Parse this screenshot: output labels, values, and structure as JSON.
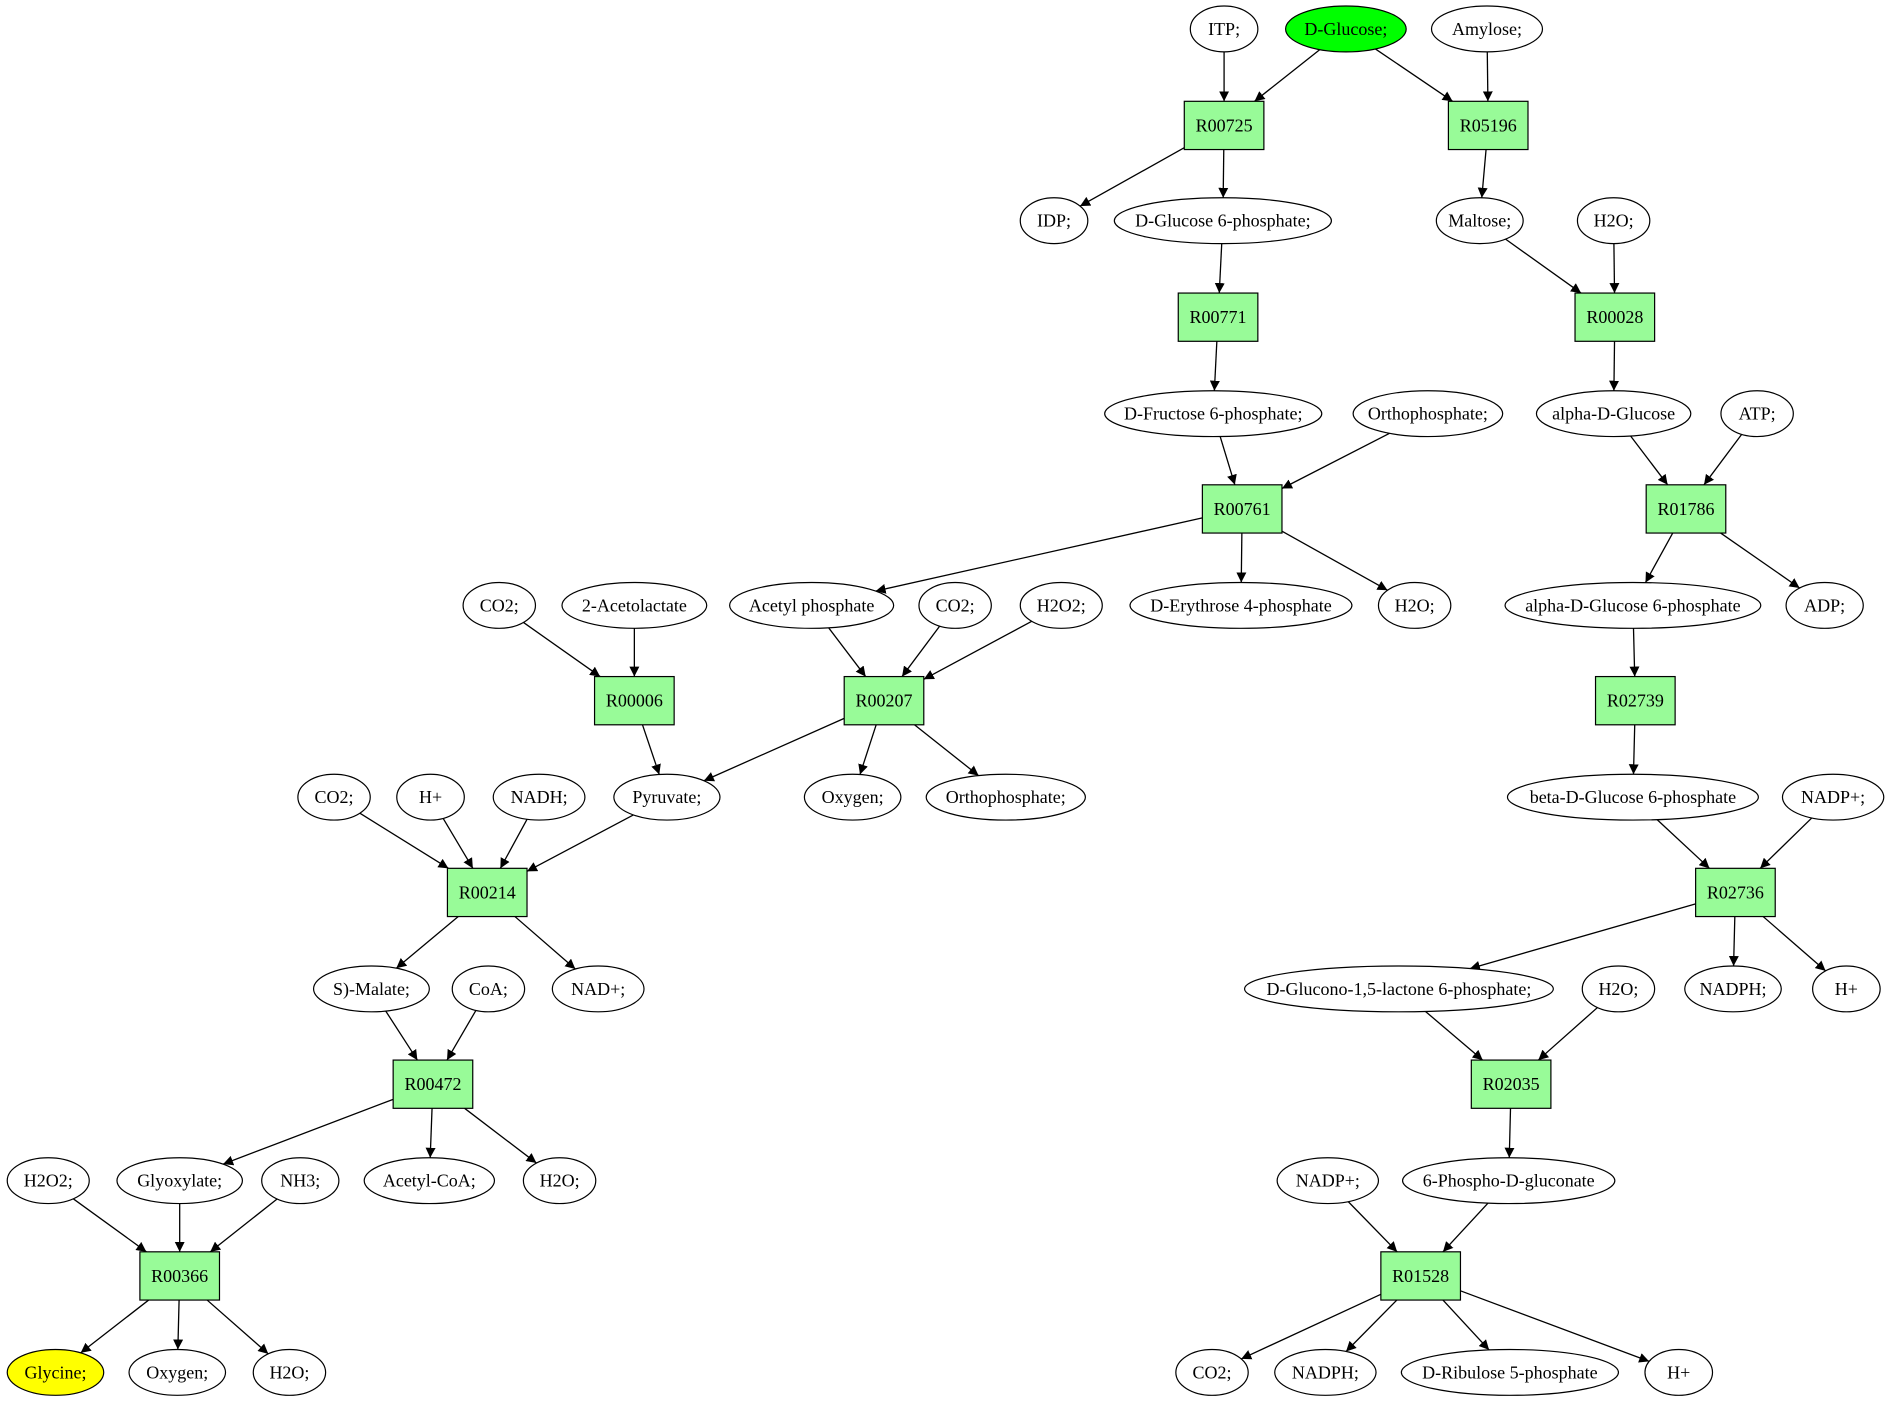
{
  "colors": {
    "reaction_fill": "#98fb98",
    "compound_fill": "#ffffff",
    "start_fill": "#00ff00",
    "target_fill": "#ffff00",
    "stroke": "#000000"
  },
  "reactions": [
    {
      "id": "r_R00725",
      "label": "R00725"
    },
    {
      "id": "r_R05196",
      "label": "R05196"
    },
    {
      "id": "r_R00771",
      "label": "R00771"
    },
    {
      "id": "r_R00028",
      "label": "R00028"
    },
    {
      "id": "r_R00761",
      "label": "R00761"
    },
    {
      "id": "r_R01786",
      "label": "R01786"
    },
    {
      "id": "r_R00006",
      "label": "R00006"
    },
    {
      "id": "r_R00207",
      "label": "R00207"
    },
    {
      "id": "r_R02739",
      "label": "R02739"
    },
    {
      "id": "r_R00214",
      "label": "R00214"
    },
    {
      "id": "r_R02736",
      "label": "R02736"
    },
    {
      "id": "r_R00472",
      "label": "R00472"
    },
    {
      "id": "r_R02035",
      "label": "R02035"
    },
    {
      "id": "r_R00366",
      "label": "R00366"
    },
    {
      "id": "r_R01528",
      "label": "R01528"
    }
  ],
  "compounds": [
    {
      "id": "c_itp",
      "label": "ITP;",
      "role": "normal"
    },
    {
      "id": "c_dglucose",
      "label": "D-Glucose;",
      "role": "start"
    },
    {
      "id": "c_amylose",
      "label": "Amylose;",
      "role": "normal"
    },
    {
      "id": "c_idp",
      "label": "IDP;",
      "role": "normal"
    },
    {
      "id": "c_g6p",
      "label": "D-Glucose 6-phosphate;",
      "role": "normal"
    },
    {
      "id": "c_maltose",
      "label": "Maltose;",
      "role": "normal"
    },
    {
      "id": "c_h2o_1",
      "label": "H2O;",
      "role": "normal"
    },
    {
      "id": "c_f6p",
      "label": "D-Fructose 6-phosphate;",
      "role": "normal"
    },
    {
      "id": "c_orthophos_1",
      "label": "Orthophosphate;",
      "role": "normal"
    },
    {
      "id": "c_adglucose",
      "label": "alpha-D-Glucose",
      "role": "normal"
    },
    {
      "id": "c_atp",
      "label": "ATP;",
      "role": "normal"
    },
    {
      "id": "c_co2_1",
      "label": "CO2;",
      "role": "normal"
    },
    {
      "id": "c_acetolactate",
      "label": "2-Acetolactate",
      "role": "normal"
    },
    {
      "id": "c_acetylphos",
      "label": "Acetyl phosphate",
      "role": "normal"
    },
    {
      "id": "c_co2_2",
      "label": "CO2;",
      "role": "normal"
    },
    {
      "id": "c_h2o2_1",
      "label": "H2O2;",
      "role": "normal"
    },
    {
      "id": "c_e4p",
      "label": "D-Erythrose 4-phosphate",
      "role": "normal"
    },
    {
      "id": "c_h2o_2",
      "label": "H2O;",
      "role": "normal"
    },
    {
      "id": "c_adg6p",
      "label": "alpha-D-Glucose 6-phosphate",
      "role": "normal"
    },
    {
      "id": "c_adp",
      "label": "ADP;",
      "role": "normal"
    },
    {
      "id": "c_co2_3",
      "label": "CO2;",
      "role": "normal"
    },
    {
      "id": "c_hplus_1",
      "label": "H+",
      "role": "normal"
    },
    {
      "id": "c_nadh",
      "label": "NADH;",
      "role": "normal"
    },
    {
      "id": "c_pyruvate",
      "label": "Pyruvate;",
      "role": "normal"
    },
    {
      "id": "c_oxygen_1",
      "label": "Oxygen;",
      "role": "normal"
    },
    {
      "id": "c_orthophos_2",
      "label": "Orthophosphate;",
      "role": "normal"
    },
    {
      "id": "c_bdg6p",
      "label": "beta-D-Glucose 6-phosphate",
      "role": "normal"
    },
    {
      "id": "c_nadp_1",
      "label": "NADP+;",
      "role": "normal"
    },
    {
      "id": "c_smalate",
      "label": "S)-Malate;",
      "role": "normal"
    },
    {
      "id": "c_coa",
      "label": "CoA;",
      "role": "normal"
    },
    {
      "id": "c_nadplus",
      "label": "NAD+;",
      "role": "normal"
    },
    {
      "id": "c_gluconolactone",
      "label": "D-Glucono-1,5-lactone 6-phosphate;",
      "role": "normal"
    },
    {
      "id": "c_h2o_3",
      "label": "H2O;",
      "role": "normal"
    },
    {
      "id": "c_nadph_1",
      "label": "NADPH;",
      "role": "normal"
    },
    {
      "id": "c_hplus_2",
      "label": "H+",
      "role": "normal"
    },
    {
      "id": "c_h2o2_2",
      "label": "H2O2;",
      "role": "normal"
    },
    {
      "id": "c_glyoxylate",
      "label": "Glyoxylate;",
      "role": "normal"
    },
    {
      "id": "c_nh3",
      "label": "NH3;",
      "role": "normal"
    },
    {
      "id": "c_acetylcoa",
      "label": "Acetyl-CoA;",
      "role": "normal"
    },
    {
      "id": "c_h2o_4",
      "label": "H2O;",
      "role": "normal"
    },
    {
      "id": "c_nadp_2",
      "label": "NADP+;",
      "role": "normal"
    },
    {
      "id": "c_6pg",
      "label": "6-Phospho-D-gluconate",
      "role": "normal"
    },
    {
      "id": "c_glycine",
      "label": "Glycine;",
      "role": "target"
    },
    {
      "id": "c_oxygen_2",
      "label": "Oxygen;",
      "role": "normal"
    },
    {
      "id": "c_h2o_5",
      "label": "H2O;",
      "role": "normal"
    },
    {
      "id": "c_co2_4",
      "label": "CO2;",
      "role": "normal"
    },
    {
      "id": "c_nadph_2",
      "label": "NADPH;",
      "role": "normal"
    },
    {
      "id": "c_ru5p",
      "label": "D-Ribulose 5-phosphate",
      "role": "normal"
    },
    {
      "id": "c_hplus_3",
      "label": "H+",
      "role": "normal"
    }
  ],
  "edges": [
    [
      "c_itp",
      "r_R00725"
    ],
    [
      "c_dglucose",
      "r_R00725"
    ],
    [
      "c_dglucose",
      "r_R05196"
    ],
    [
      "c_amylose",
      "r_R05196"
    ],
    [
      "r_R00725",
      "c_idp"
    ],
    [
      "r_R00725",
      "c_g6p"
    ],
    [
      "r_R05196",
      "c_maltose"
    ],
    [
      "c_g6p",
      "r_R00771"
    ],
    [
      "c_maltose",
      "r_R00028"
    ],
    [
      "c_h2o_1",
      "r_R00028"
    ],
    [
      "r_R00771",
      "c_f6p"
    ],
    [
      "r_R00028",
      "c_adglucose"
    ],
    [
      "c_f6p",
      "r_R00761"
    ],
    [
      "c_orthophos_1",
      "r_R00761"
    ],
    [
      "c_adglucose",
      "r_R01786"
    ],
    [
      "c_atp",
      "r_R01786"
    ],
    [
      "r_R00761",
      "c_acetylphos"
    ],
    [
      "r_R00761",
      "c_e4p"
    ],
    [
      "r_R00761",
      "c_h2o_2"
    ],
    [
      "r_R01786",
      "c_adg6p"
    ],
    [
      "r_R01786",
      "c_adp"
    ],
    [
      "c_co2_1",
      "r_R00006"
    ],
    [
      "c_acetolactate",
      "r_R00006"
    ],
    [
      "c_acetylphos",
      "r_R00207"
    ],
    [
      "c_co2_2",
      "r_R00207"
    ],
    [
      "c_h2o2_1",
      "r_R00207"
    ],
    [
      "c_adg6p",
      "r_R02739"
    ],
    [
      "r_R00006",
      "c_pyruvate"
    ],
    [
      "r_R00207",
      "c_pyruvate"
    ],
    [
      "r_R00207",
      "c_oxygen_1"
    ],
    [
      "r_R00207",
      "c_orthophos_2"
    ],
    [
      "r_R02739",
      "c_bdg6p"
    ],
    [
      "c_co2_3",
      "r_R00214"
    ],
    [
      "c_hplus_1",
      "r_R00214"
    ],
    [
      "c_nadh",
      "r_R00214"
    ],
    [
      "c_pyruvate",
      "r_R00214"
    ],
    [
      "c_bdg6p",
      "r_R02736"
    ],
    [
      "c_nadp_1",
      "r_R02736"
    ],
    [
      "r_R00214",
      "c_smalate"
    ],
    [
      "r_R00214",
      "c_nadplus"
    ],
    [
      "r_R02736",
      "c_gluconolactone"
    ],
    [
      "r_R02736",
      "c_nadph_1"
    ],
    [
      "r_R02736",
      "c_hplus_2"
    ],
    [
      "c_smalate",
      "r_R00472"
    ],
    [
      "c_coa",
      "r_R00472"
    ],
    [
      "c_gluconolactone",
      "r_R02035"
    ],
    [
      "c_h2o_3",
      "r_R02035"
    ],
    [
      "r_R00472",
      "c_glyoxylate"
    ],
    [
      "r_R00472",
      "c_acetylcoa"
    ],
    [
      "r_R00472",
      "c_h2o_4"
    ],
    [
      "r_R02035",
      "c_6pg"
    ],
    [
      "c_h2o2_2",
      "r_R00366"
    ],
    [
      "c_glyoxylate",
      "r_R00366"
    ],
    [
      "c_nh3",
      "r_R00366"
    ],
    [
      "c_nadp_2",
      "r_R01528"
    ],
    [
      "c_6pg",
      "r_R01528"
    ],
    [
      "r_R00366",
      "c_glycine"
    ],
    [
      "r_R00366",
      "c_oxygen_2"
    ],
    [
      "r_R00366",
      "c_h2o_5"
    ],
    [
      "r_R01528",
      "c_co2_4"
    ],
    [
      "r_R01528",
      "c_nadph_2"
    ],
    [
      "r_R01528",
      "c_ru5p"
    ],
    [
      "r_R01528",
      "c_hplus_3"
    ]
  ]
}
